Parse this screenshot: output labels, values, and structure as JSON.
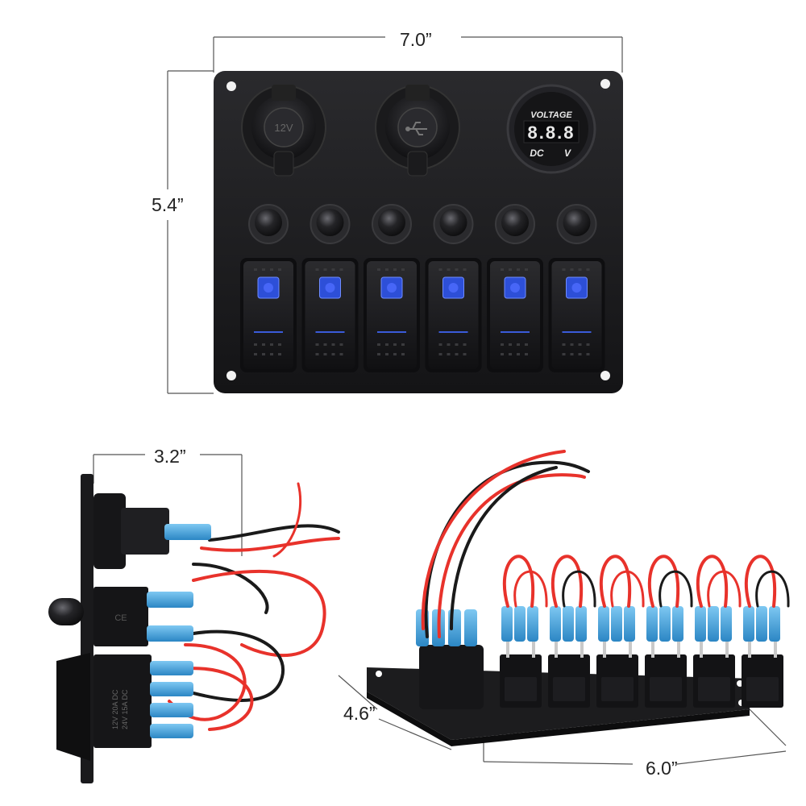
{
  "dimensions": {
    "front_width": "7.0”",
    "front_height": "5.4”",
    "side_depth": "3.2”",
    "back_depth": "4.6”",
    "back_width": "6.0”"
  },
  "panel": {
    "socket_12v_label": "12V",
    "voltmeter_title": "VOLTAGE",
    "voltmeter_digits": "8.8.8",
    "voltmeter_dc": "DC",
    "voltmeter_v": "V",
    "switch_count": 6
  },
  "side_view": {
    "rating_line1": "12V 20A DC",
    "rating_line2": "24V 15A DC",
    "ce_mark": "CE"
  },
  "colors": {
    "panel": "#1c1c1e",
    "led_blue": "#2d4fd8",
    "wire_red": "#e8322b",
    "wire_black": "#1a1a1a",
    "terminal_blue": "#4aa8e0"
  }
}
